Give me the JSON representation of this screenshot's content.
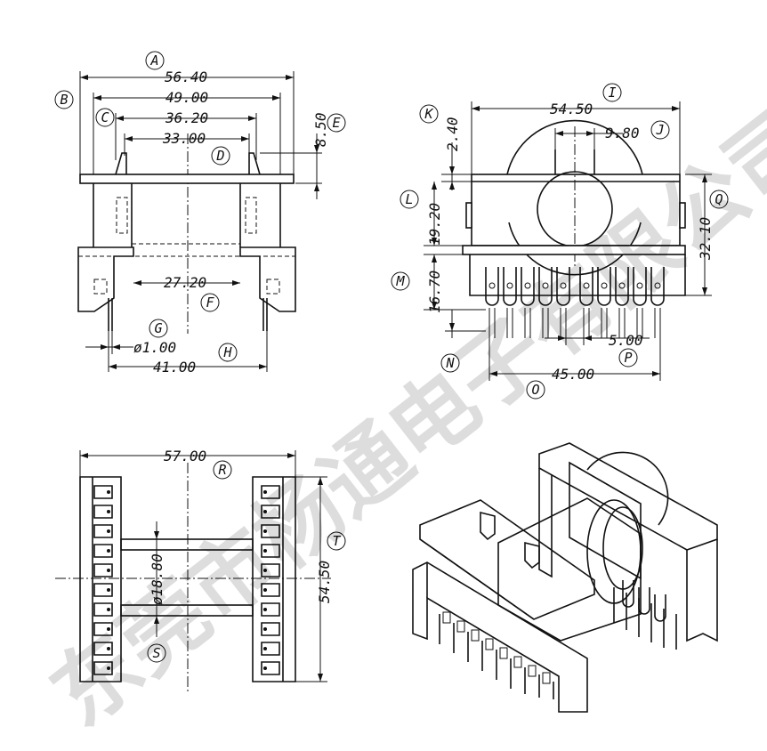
{
  "dimensions": {
    "d_56_40": "56.40",
    "d_49_00": "49.00",
    "d_36_20": "36.20",
    "d_33_00": "33.00",
    "d_8_50": "8.50",
    "d_27_20": "27.20",
    "d_phi_1_00": "ø1.00",
    "d_41_00": "41.00",
    "d_54_50_top": "54.50",
    "d_9_80": "9.80",
    "d_2_40": "2.40",
    "d_19_20": "19.20",
    "d_16_70": "16.70",
    "d_32_10": "32.10",
    "d_5_00": "5.00",
    "d_45_00": "45.00",
    "d_57_00": "57.00",
    "d_54_50_side": "54.50",
    "d_phi_18_80": "ø18.80"
  },
  "labels": {
    "A": "A",
    "B": "B",
    "C": "C",
    "D": "D",
    "E": "E",
    "F": "F",
    "G": "G",
    "H": "H",
    "I": "I",
    "J": "J",
    "K": "K",
    "L": "L",
    "M": "M",
    "N": "N",
    "O": "O",
    "P": "P",
    "Q": "Q",
    "R": "R",
    "S": "S",
    "T": "T"
  },
  "watermark": "东莞市杨通电子有限公司"
}
